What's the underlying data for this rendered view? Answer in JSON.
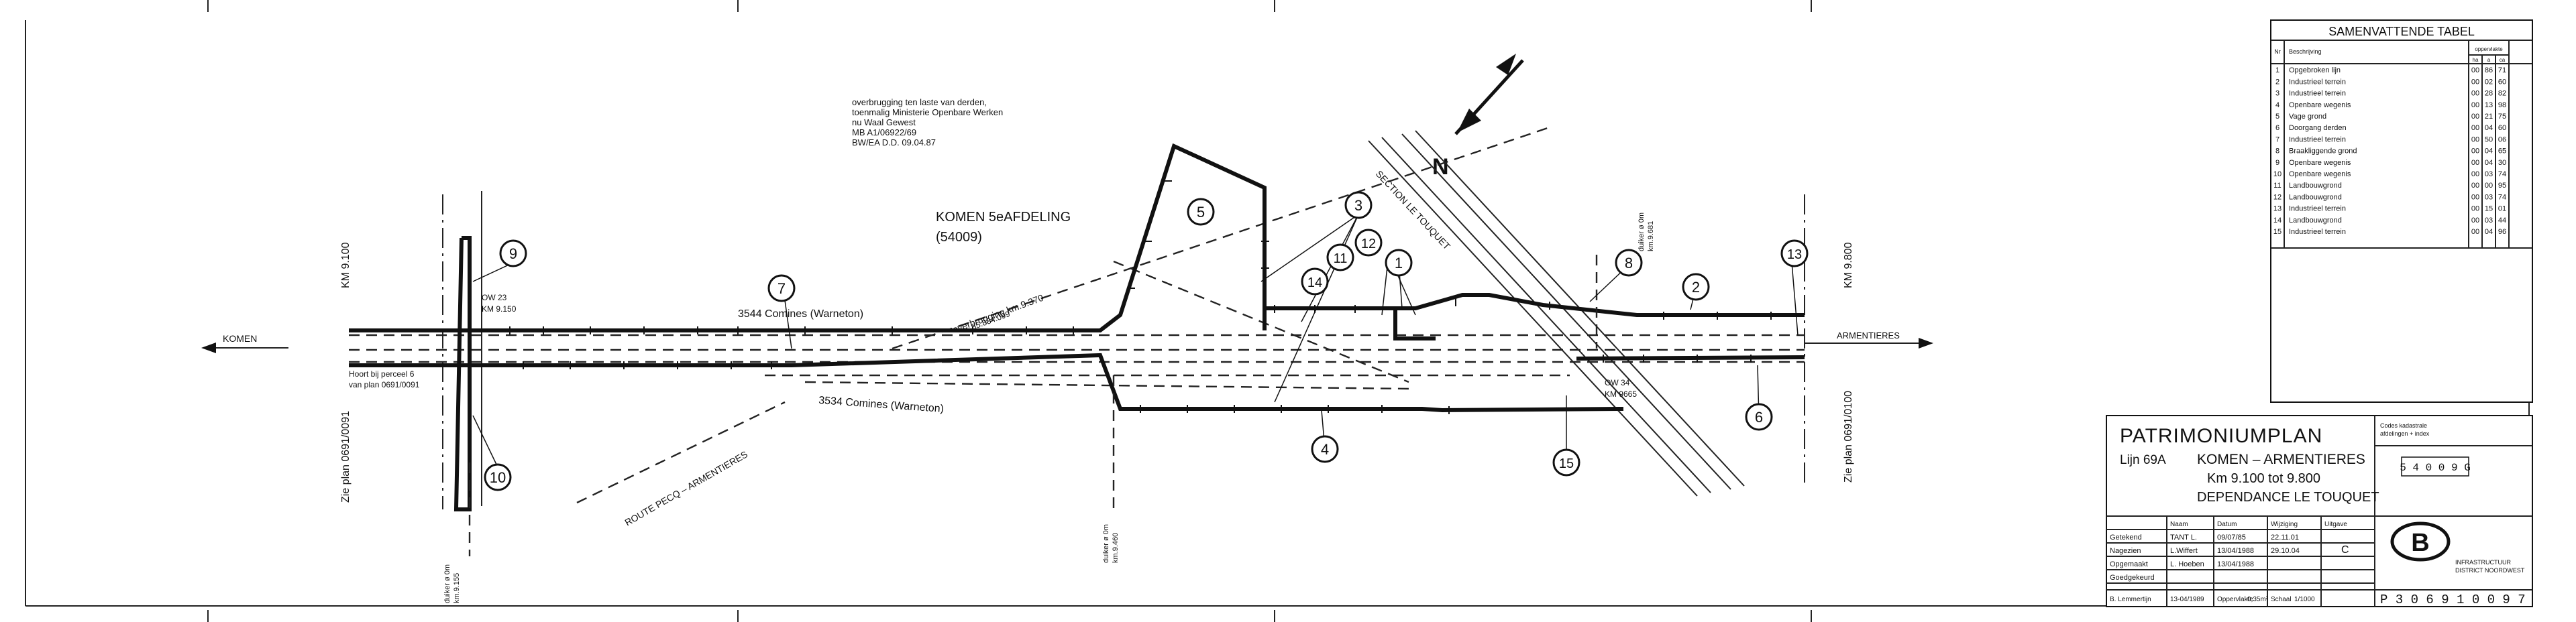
{
  "plan": {
    "note_lines": [
      "overbrugging ten laste van derden,",
      "toenmalig Ministerie Openbare Werken",
      "nu Waal Gewest",
      "MB A1/06922/69",
      "BW/EA D.D. 09.04.87"
    ],
    "section_name": "KOMEN 5eAFDELING",
    "section_code": "(54009)",
    "north": "N",
    "km_left": "KM 9.100",
    "km_right": "KM 9.800",
    "zie_left": "Zie plan 0691/0091",
    "zie_right": "Zie plan 0691/0100",
    "arrow_left": "KOMEN",
    "arrow_right": "ARMENTIERES",
    "track_top": "3544 Comines (Warneton)",
    "track_bottom": "3534 Comines (Warneton)",
    "route": "ROUTE PECQ – ARMENTIERES",
    "section_le_touquet": "SECTION LE TOUQUET",
    "overbrugging": "overbrugging km.9.370",
    "overbrugging_sub": "35.834.099",
    "ow23": "OW 23",
    "ow23_km": "KM 9.150",
    "ow34": "OW 34",
    "ow34_km": "KM 9665",
    "hoort_line1": "Hoort bij perceel 6",
    "hoort_line2": "van plan 0691/0091",
    "duiker1": "duiker ø 0m",
    "duiker1_km": "km.9.155",
    "duiker2": "duiker ø 0m",
    "duiker2_km": "km.9.460",
    "duiker3": "duiker ø 0m",
    "duiker3_km": "km.9.681",
    "markers": [
      "9",
      "10",
      "7",
      "5",
      "3",
      "14",
      "11",
      "12",
      "1",
      "8",
      "2",
      "13",
      "4",
      "15",
      "6"
    ]
  },
  "summary_table": {
    "title": "SAMENVATTENDE TABEL",
    "col_nr": "Nr",
    "col_desc": "Beschrijving",
    "col_area": "oppervlakte",
    "col_ha": "ha",
    "col_a": "a",
    "col_ca": "ca",
    "rows": [
      {
        "nr": "1",
        "desc": "Opgebroken lijn",
        "ha": "00",
        "a": "86",
        "ca": "71"
      },
      {
        "nr": "2",
        "desc": "Industrieel terrein",
        "ha": "00",
        "a": "02",
        "ca": "60"
      },
      {
        "nr": "3",
        "desc": "Industrieel terrein",
        "ha": "00",
        "a": "28",
        "ca": "82"
      },
      {
        "nr": "4",
        "desc": "Openbare wegenis",
        "ha": "00",
        "a": "13",
        "ca": "98"
      },
      {
        "nr": "5",
        "desc": "Vage grond",
        "ha": "00",
        "a": "21",
        "ca": "75"
      },
      {
        "nr": "6",
        "desc": "Doorgang derden",
        "ha": "00",
        "a": "04",
        "ca": "60"
      },
      {
        "nr": "7",
        "desc": "Industrieel terrein",
        "ha": "00",
        "a": "50",
        "ca": "06"
      },
      {
        "nr": "8",
        "desc": "Braakliggende grond",
        "ha": "00",
        "a": "04",
        "ca": "65"
      },
      {
        "nr": "9",
        "desc": "Openbare wegenis",
        "ha": "00",
        "a": "04",
        "ca": "30"
      },
      {
        "nr": "10",
        "desc": "Openbare wegenis",
        "ha": "00",
        "a": "03",
        "ca": "74"
      },
      {
        "nr": "11",
        "desc": "Landbouwgrond",
        "ha": "00",
        "a": "00",
        "ca": "95"
      },
      {
        "nr": "12",
        "desc": "Landbouwgrond",
        "ha": "00",
        "a": "03",
        "ca": "74"
      },
      {
        "nr": "13",
        "desc": "Industrieel terrein",
        "ha": "00",
        "a": "15",
        "ca": "01"
      },
      {
        "nr": "14",
        "desc": "Landbouwgrond",
        "ha": "00",
        "a": "03",
        "ca": "44"
      },
      {
        "nr": "15",
        "desc": "Industrieel terrein",
        "ha": "00",
        "a": "04",
        "ca": "96"
      }
    ]
  },
  "title_block": {
    "title": "PATRIMONIUMPLAN",
    "lijn": "Lijn 69A",
    "route": "KOMEN – ARMENTIERES",
    "km_range": "Km 9.100 tot 9.800",
    "dependance": "DEPENDANCE LE TOUQUET",
    "code_label_1": "Codes kadastrale",
    "code_label_2": "afdelingen + index",
    "code_value": "5 4 0 0 9 G",
    "hdr_naam": "Naam",
    "hdr_datum": "Datum",
    "hdr_wijziging": "Wijziging",
    "hdr_uitgave": "Uitgave",
    "rows": [
      {
        "label": "Getekend",
        "naam": "TANT L.",
        "datum": "09/07/85",
        "wijz": "22.11.01",
        "uit": ""
      },
      {
        "label": "Nagezien",
        "naam": "L.Wiffert",
        "datum": "13/04/1988",
        "wijz": "29.10.04",
        "uit": "C"
      },
      {
        "label": "Opgemaakt",
        "naam": "L. Hoeben",
        "datum": "13/04/1988",
        "wijz": "",
        "uit": ""
      },
      {
        "label": "Goedgekeurd",
        "naam": "",
        "datum": "",
        "wijz": "",
        "uit": ""
      }
    ],
    "sign_name": "B. Lemmertijn",
    "sign_date": "13-04/1989",
    "opp_label": "Oppervlakte",
    "opp_value": "0,35m²",
    "schaal_label": "Schaal",
    "schaal_value": "1/1000",
    "logo_letter": "B",
    "org_1": "INFRASTRUCTUUR",
    "org_2": "DISTRICT NOORDWEST",
    "plan_number": "P 3 0 6 9 1 0 0 9 7"
  }
}
